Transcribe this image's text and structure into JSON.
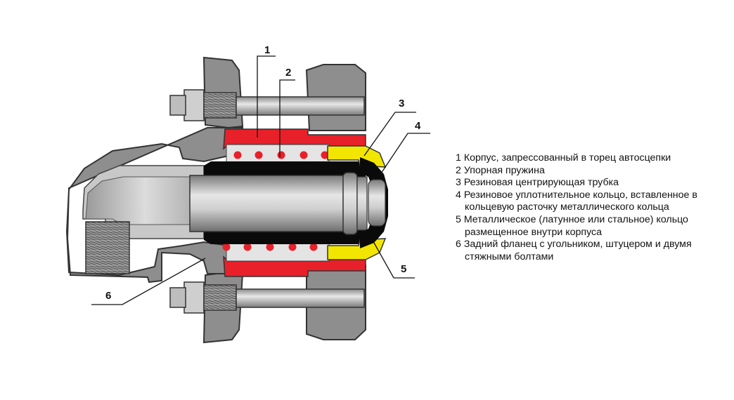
{
  "callouts": [
    {
      "num": "1"
    },
    {
      "num": "2"
    },
    {
      "num": "3"
    },
    {
      "num": "4"
    },
    {
      "num": "5"
    },
    {
      "num": "6"
    }
  ],
  "legend": [
    "1 Корпус, запрессованный в торец автосцепки",
    "2 Упорная пружина",
    "3 Резиновая центрирующая трубка",
    "4 Резиновое уплотнительное кольцо, вставленное в кольцевую расточку металлического кольца",
    "5 Металлическое (латунное или стальное) кольцо размещенное внутри корпуса",
    "6 Задний фланец  с угольником, штуцером и двумя стяжными болтами"
  ],
  "colors": {
    "casing": "#e8202a",
    "tube": "#0a0a0a",
    "metal_ring": "#f2e600",
    "body_grey": "#8e8e8e",
    "light_grey": "#c8c8c8"
  }
}
